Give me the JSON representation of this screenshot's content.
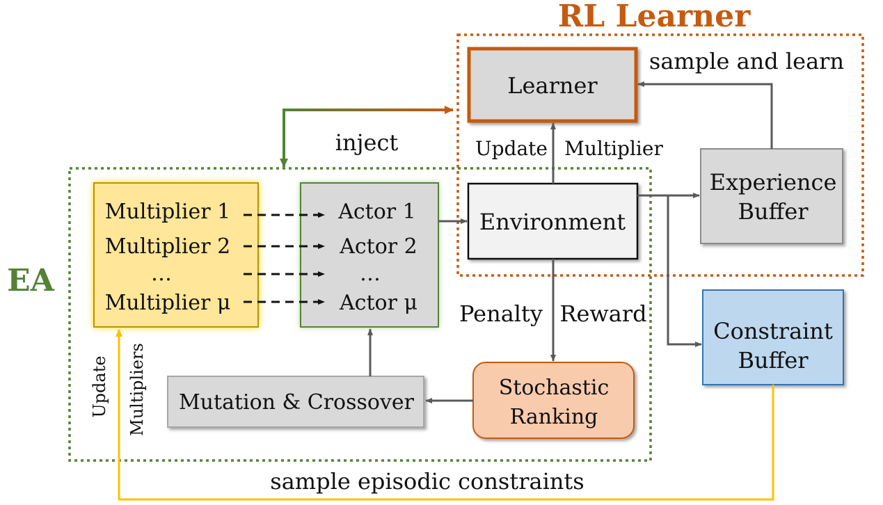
{
  "titles": {
    "rl_learner": "RL Learner",
    "ea": "EA"
  },
  "boxes": {
    "learner": "Learner",
    "environment": "Environment",
    "experience_buffer": [
      "Experience",
      "Buffer"
    ],
    "constraint_buffer": [
      "Constraint",
      "Buffer"
    ],
    "mutation_crossover": "Mutation & Crossover",
    "stochastic_ranking": [
      "Stochastic",
      "Ranking"
    ]
  },
  "multipliers": [
    "Multiplier 1",
    "Multiplier 2",
    "…",
    "Multiplier μ"
  ],
  "actors": [
    "Actor 1",
    "Actor 2",
    "…",
    "Actor μ"
  ],
  "edge_labels": {
    "sample_and_learn": "sample and learn",
    "inject": "inject",
    "update": "Update",
    "multiplier": "Multiplier",
    "penalty": "Penalty",
    "reward": "Reward",
    "update_vertical": "Update",
    "multipliers_vertical": "Multipliers",
    "sample_episodic_constraints": "sample episodic constraints"
  },
  "colors": {
    "rl_orange": "#c55a11",
    "ea_green": "#548235",
    "gray_box": "#d9d9d9",
    "multiplier_fill": "#ffe699",
    "constraint_fill": "#bdd7ee",
    "ranking_fill": "#f8cbad",
    "arrow_gray": "#595959",
    "sample_line": "#ffc000"
  }
}
